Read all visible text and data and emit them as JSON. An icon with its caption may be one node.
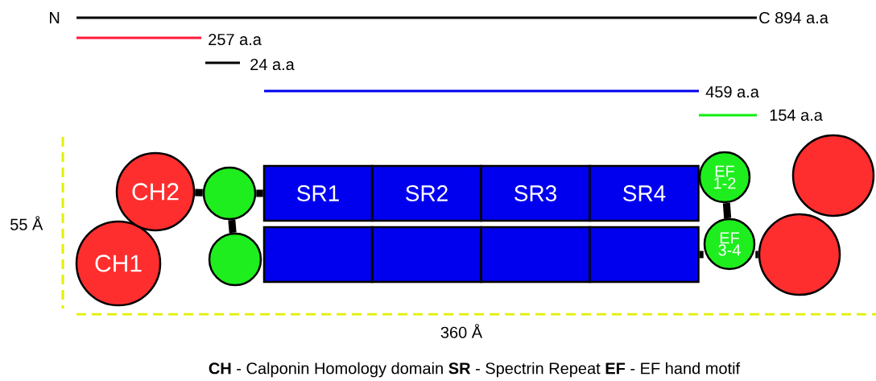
{
  "diagram": {
    "caption": "**CH** - Calponin Homology domain  **SR** - Spectrin Repeat  **EF** - EF hand motif",
    "nodes": [
      {
        "text": [
          "CH1"
        ]
      },
      {
        "text": [
          "CH2"
        ]
      },
      {
        "text": [],
        "shape": "circle"
      },
      {
        "text": [],
        "shape": "circle"
      },
      {
        "text": [
          "SR1"
        ]
      },
      {
        "text": [
          "SR2"
        ]
      },
      {
        "text": [
          "SR3"
        ]
      },
      {
        "text": [
          "SR4"
        ]
      },
      {
        "text": [],
        "shape": "box"
      },
      {
        "text": [],
        "shape": "box"
      },
      {
        "text": [],
        "shape": "box"
      },
      {
        "text": [],
        "shape": "box"
      },
      {
        "text": [
          "EF 1-2"
        ]
      },
      {
        "text": [
          "EF 3-4"
        ]
      },
      {
        "text": [],
        "shape": "circle"
      },
      {
        "text": [],
        "shape": "circle"
      }
    ],
    "edges": [
      {
        "from": 1,
        "to": 2,
        "arrow": "none"
      },
      {
        "from": 2,
        "to": 4,
        "arrow": "none"
      },
      {
        "from": 2,
        "to": 3,
        "arrow": "none"
      },
      {
        "from": 12,
        "to": 13,
        "arrow": "none"
      },
      {
        "from": 11,
        "to": 13,
        "arrow": "none"
      },
      {
        "from": 13,
        "to": 15,
        "arrow": "none"
      }
    ],
    "labels": [
      "N",
      "C 894 a.a",
      "257 a.a",
      "24 a.a",
      "459 a.a",
      "154 a.a",
      "55 Å",
      "360 Å"
    ]
  }
}
